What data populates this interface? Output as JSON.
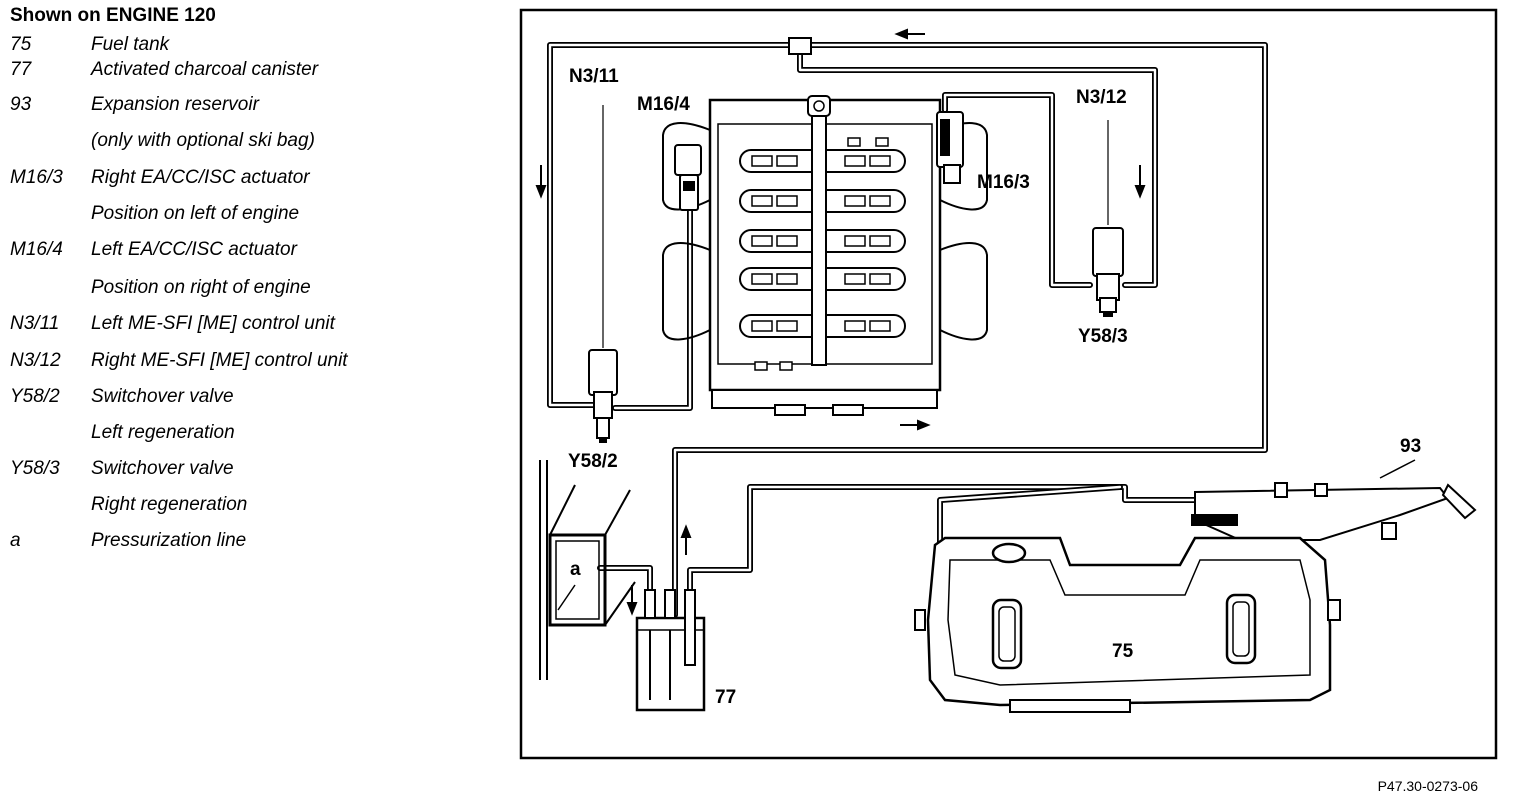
{
  "legend": {
    "title": "Shown on ENGINE 120",
    "items": [
      {
        "code": "75",
        "desc": "Fuel tank"
      },
      {
        "code": "77",
        "desc": "Activated charcoal canister"
      },
      {
        "code": "93",
        "desc": "Expansion reservoir"
      },
      {
        "code": "",
        "desc": "(only with optional ski bag)"
      },
      {
        "code": "M16/3",
        "desc": "Right EA/CC/ISC actuator"
      },
      {
        "code": "",
        "desc": "Position on left of engine"
      },
      {
        "code": "M16/4",
        "desc": "Left EA/CC/ISC actuator"
      },
      {
        "code": "",
        "desc": "Position on right of engine"
      },
      {
        "code": "N3/11",
        "desc": "Left ME-SFI [ME] control unit"
      },
      {
        "code": "N3/12",
        "desc": "Right ME-SFI [ME] control unit"
      },
      {
        "code": "Y58/2",
        "desc": "Switchover valve"
      },
      {
        "code": "",
        "desc": "Left regeneration"
      },
      {
        "code": "Y58/3",
        "desc": "Switchover valve"
      },
      {
        "code": "",
        "desc": "Right regeneration"
      },
      {
        "code": "a",
        "desc": "Pressurization line"
      }
    ]
  },
  "labels": {
    "n3_11": "N3/11",
    "n3_12": "N3/12",
    "m16_4": "M16/4",
    "m16_3": "M16/3",
    "y58_3": "Y58/3",
    "y58_2": "Y58/2",
    "c93": "93",
    "c75": "75",
    "c77": "77",
    "ca": "a"
  },
  "figure_ref": "P47.30-0273-06"
}
